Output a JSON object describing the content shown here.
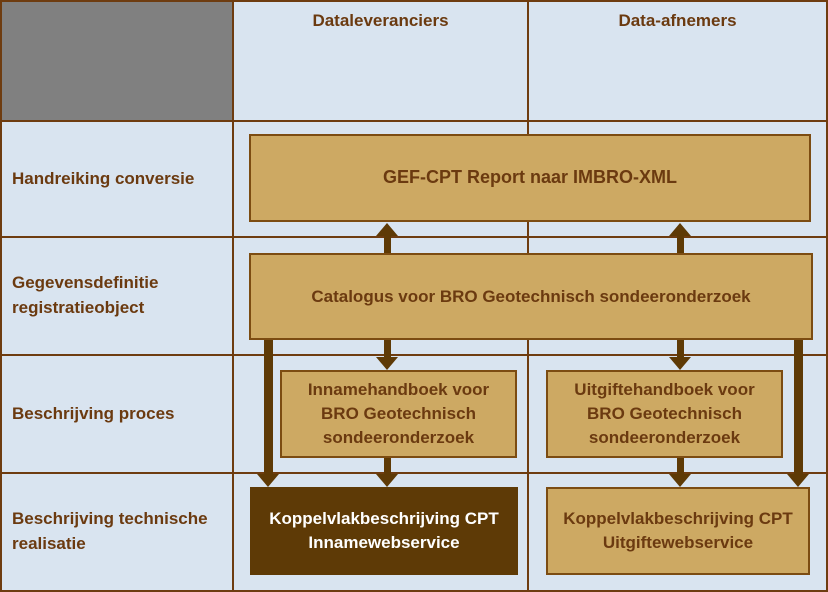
{
  "columns": [
    {
      "label": "Dataleveranciers"
    },
    {
      "label": "Data-afnemers"
    }
  ],
  "rows": [
    {
      "label": "Handreiking conversie"
    },
    {
      "label": "Gegevensdefinitie registratieobject"
    },
    {
      "label": "Beschrijving proces"
    },
    {
      "label": "Beschrijving technische realisatie"
    }
  ],
  "boxes": {
    "gef_cpt": {
      "label": "GEF-CPT Report naar IMBRO-XML"
    },
    "catalogus": {
      "label": "Catalogus voor BRO Geotechnisch sondeeronderzoek"
    },
    "inname_handboek": {
      "label": "Innamehandboek voor BRO Geotechnisch sondeeronderzoek"
    },
    "uitgifte_handboek": {
      "label": "Uitgiftehandboek voor BRO Geotechnisch sondeeronderzoek"
    },
    "koppelvlak_inname": {
      "label": "Koppelvlakbeschrijving CPT Innamewebservice"
    },
    "koppelvlak_uitgifte": {
      "label": "Koppelvlakbeschrijving CPT Uitgiftewebservice"
    }
  },
  "palette": {
    "background_blue": "#d9e4f0",
    "corner_gray": "#808080",
    "box_tan": "#cda963",
    "box_dark_brown": "#5e3a06",
    "border_brown": "#6e3c10",
    "box_border_brown": "#7c4c12",
    "text_brown": "#6b3a10",
    "text_white": "#ffffff"
  }
}
